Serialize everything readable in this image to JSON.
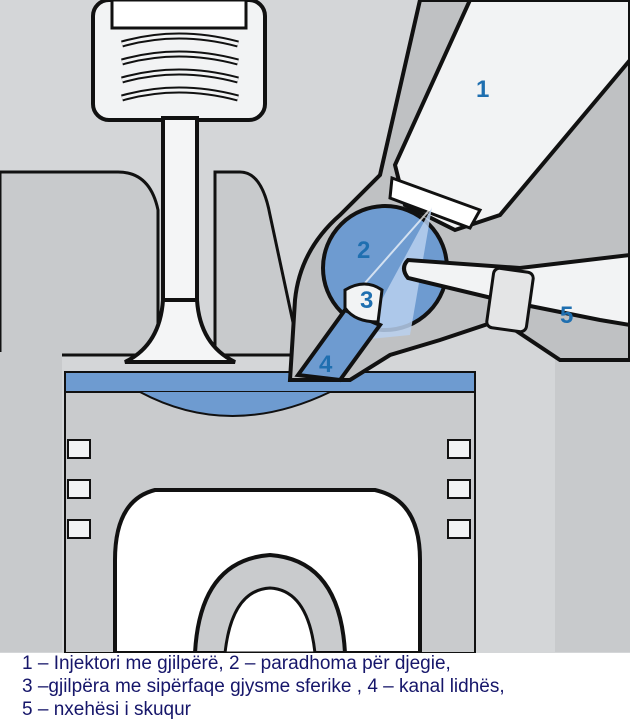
{
  "labels": {
    "injector": "1",
    "prechamber": "2",
    "needle": "3",
    "channel": "4",
    "glow_plug": "5"
  },
  "caption": {
    "line1": "1 – Injektori me gjilpërë, 2 – paradhoma për djegie,",
    "line2": "3 –gjilpëra me sipërfaqe gjysme sferike , 4 – kanal lidhës,",
    "line3": "5 – nxehësi i skuqur"
  },
  "colors": {
    "metal": "#d4d6d8",
    "metal_light": "#eceeef",
    "chamber_blue": "#6e9bd0",
    "combustion_blue": "#89aee0",
    "label_blue": "#1f6fb0",
    "outline": "#111111",
    "caption_text": "#16166a"
  }
}
